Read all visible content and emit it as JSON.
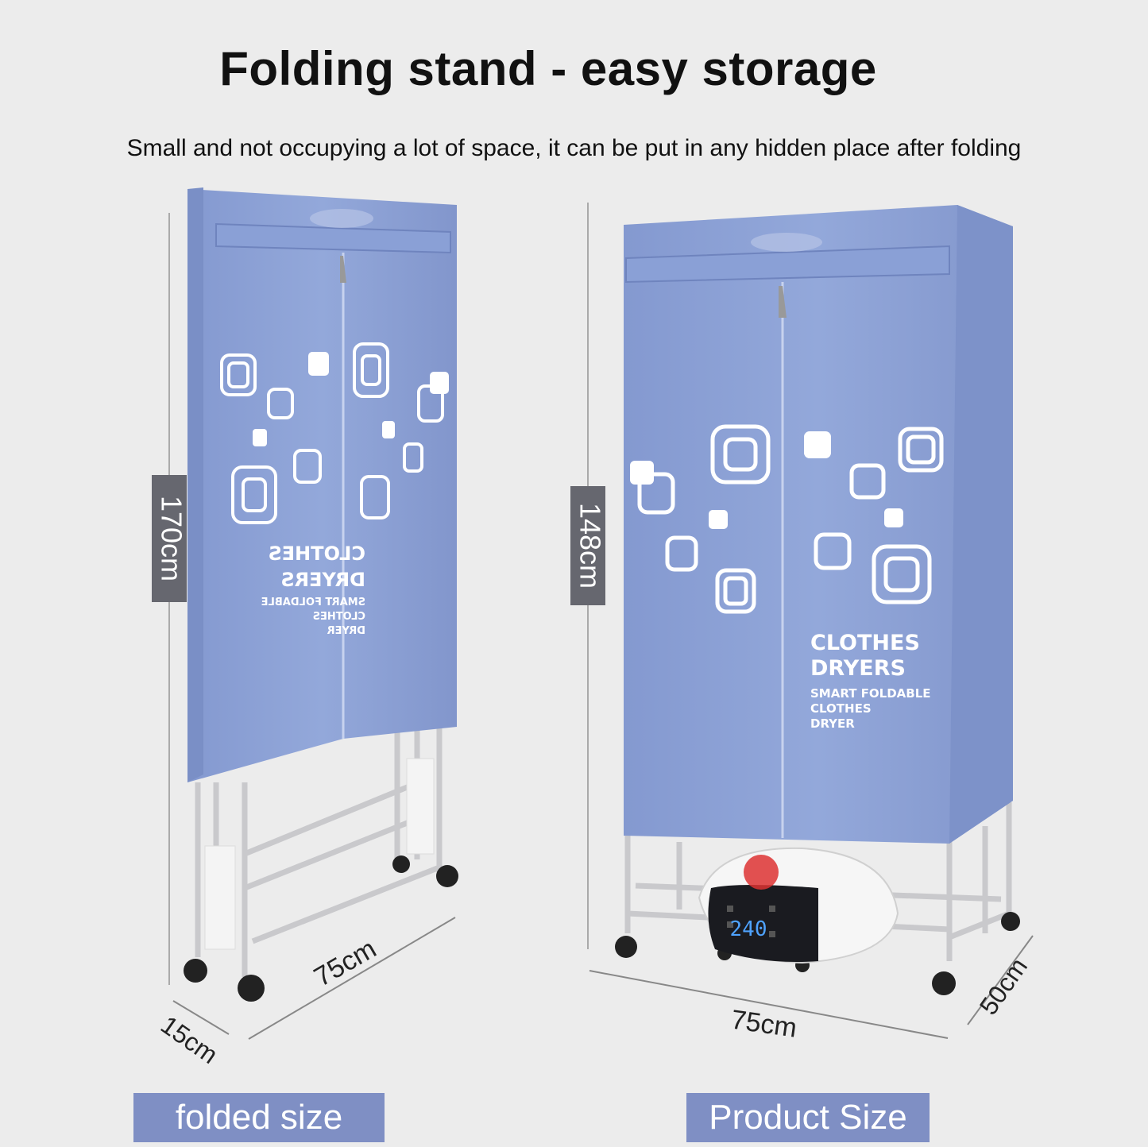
{
  "header": {
    "title": "Folding stand - easy storage",
    "subtitle": "Small and not occupying a lot of space, it can be put in any hidden place after folding"
  },
  "folded": {
    "height_label": "170cm",
    "width_label": "75cm",
    "depth_label": "15cm",
    "caption": "folded size",
    "print_line1": "CLOTHES",
    "print_line2": "DRYERS",
    "print_line3": "SMART FOLDABLE",
    "print_line4": "CLOTHES",
    "print_line5": "DRYER"
  },
  "product": {
    "height_label": "148cm",
    "width_label": "75cm",
    "depth_label": "50cm",
    "caption": "Product Size",
    "print_line1": "CLOTHES",
    "print_line2": "DRYERS",
    "print_line3": "SMART FOLDABLE",
    "print_line4": "CLOTHES",
    "print_line5": "DRYER",
    "display_value": "240"
  },
  "colors": {
    "cover": "#8ea3d6",
    "cover_dark": "#7a8fc6",
    "label_box": "#7f8fc4",
    "dim_box": "#66676f",
    "background": "#ececec"
  }
}
